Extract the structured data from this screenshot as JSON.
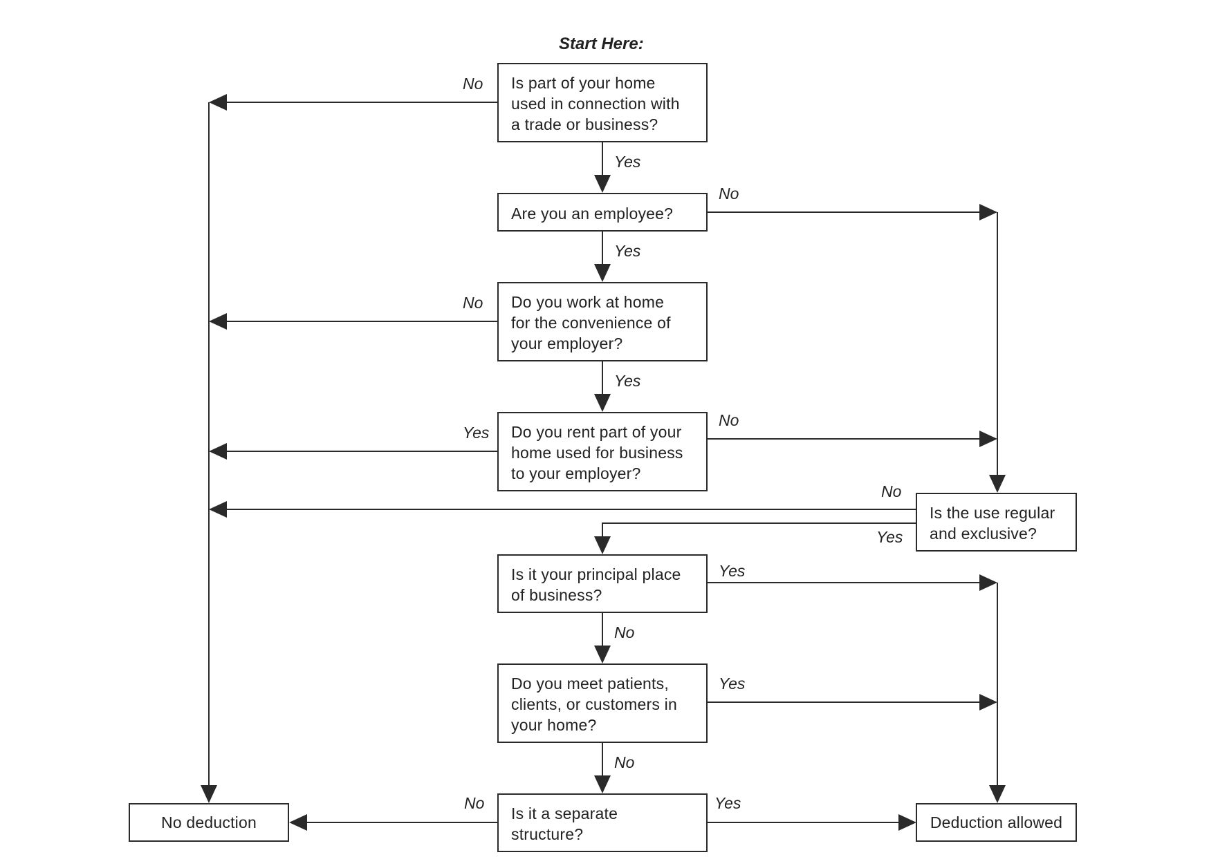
{
  "start_label": "Start Here:",
  "questions": {
    "q1": "Is part of your home\nused in connection with\na trade or business?",
    "q2": "Are you an employee?",
    "q3": "Do you work at home\nfor the convenience of\nyour employer?",
    "q4": "Do you rent part of your\nhome used for business\nto your employer?",
    "q5": "Is the use regular\nand exclusive?",
    "q6": "Is it your principal place\nof business?",
    "q7": "Do you meet patients,\nclients, or customers in\nyour home?",
    "q8": "Is it a separate\nstructure?"
  },
  "outcomes": {
    "no_deduction": "No deduction",
    "deduction_allowed": "Deduction allowed"
  },
  "edge_labels": {
    "q1_no": "No",
    "q1_yes": "Yes",
    "q2_no": "No",
    "q2_yes": "Yes",
    "q3_no": "No",
    "q3_yes": "Yes",
    "q4_yes": "Yes",
    "q4_no": "No",
    "q5_no": "No",
    "q5_yes": "Yes",
    "q6_yes": "Yes",
    "q6_no": "No",
    "q7_yes": "Yes",
    "q7_no": "No",
    "q8_no": "No",
    "q8_yes": "Yes"
  }
}
